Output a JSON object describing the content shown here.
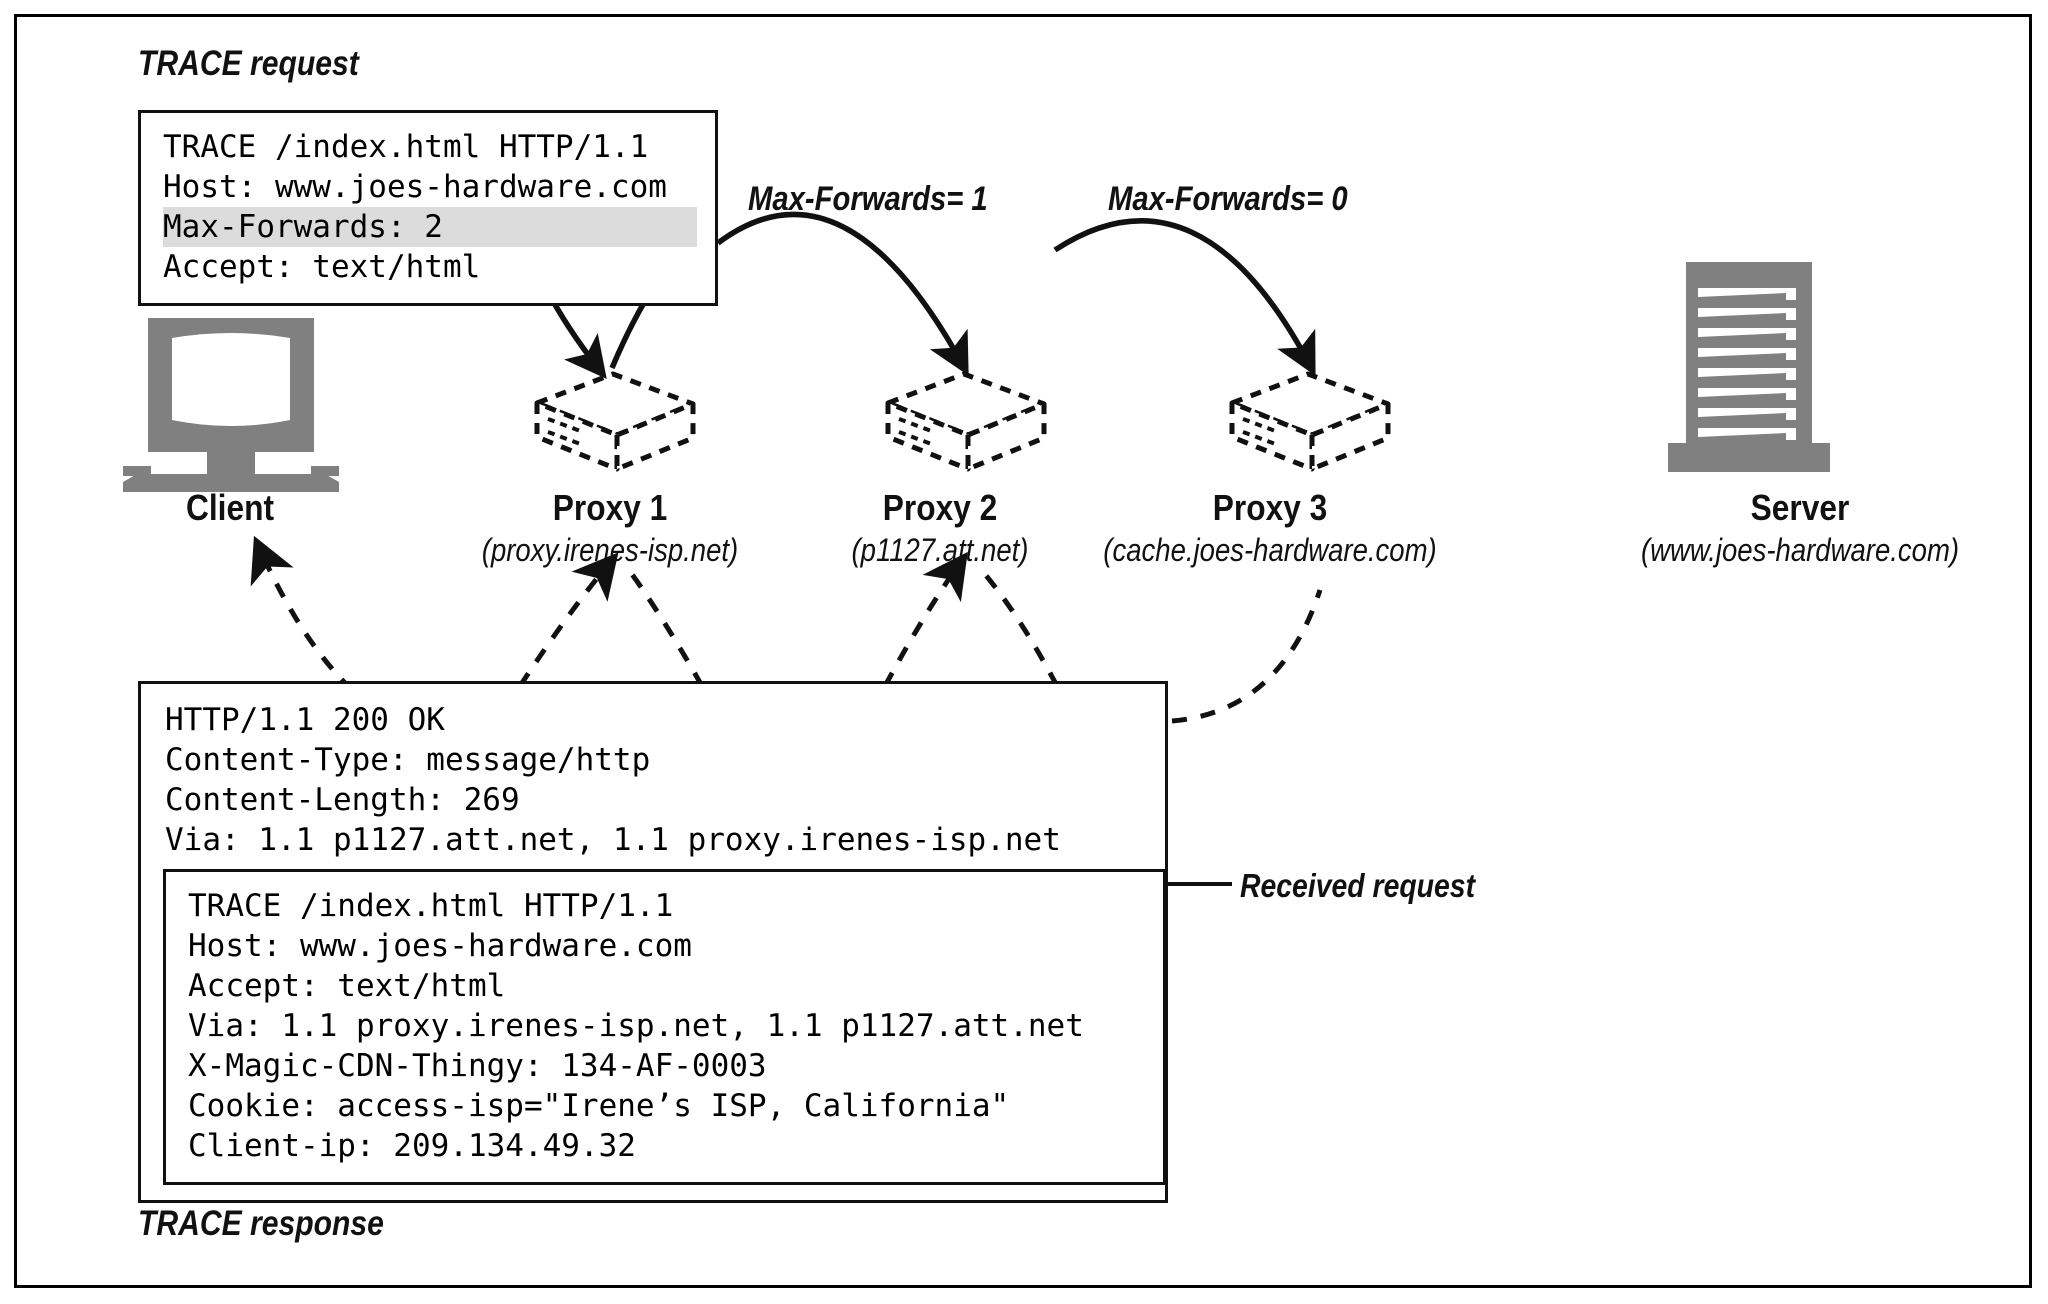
{
  "diagram": {
    "title": "TRACE request and response through proxy chain",
    "captions": {
      "trace_request": "TRACE request",
      "trace_response": "TRACE response",
      "received_request": "Received request"
    },
    "arc_labels": {
      "hop1": "Max-Forwards= 1",
      "hop2": "Max-Forwards= 0"
    },
    "nodes": [
      {
        "id": "client",
        "title": "Client",
        "subtitle": "",
        "icon": "desktop-computer-icon"
      },
      {
        "id": "proxy1",
        "title": "Proxy 1",
        "subtitle": "(proxy.irenes-isp.net)",
        "icon": "proxy-box-icon"
      },
      {
        "id": "proxy2",
        "title": "Proxy 2",
        "subtitle": "(p1127.att.net)",
        "icon": "proxy-box-icon"
      },
      {
        "id": "proxy3",
        "title": "Proxy 3",
        "subtitle": "(cache.joes-hardware.com)",
        "icon": "proxy-box-icon"
      },
      {
        "id": "server",
        "title": "Server",
        "subtitle": "(www.joes-hardware.com)",
        "icon": "server-tower-icon"
      }
    ],
    "request_message": {
      "lines": [
        {
          "text": "TRACE /index.html HTTP/1.1",
          "highlight": false
        },
        {
          "text": "Host: www.joes-hardware.com",
          "highlight": false
        },
        {
          "text": "Max-Forwards: 2",
          "highlight": true
        },
        {
          "text": "Accept: text/html",
          "highlight": false
        }
      ]
    },
    "response_message": {
      "lines": [
        {
          "text": "HTTP/1.1 200 OK",
          "highlight": false
        },
        {
          "text": "Content-Type: message/http",
          "highlight": false
        },
        {
          "text": "Content-Length: 269",
          "highlight": false
        },
        {
          "text": "Via: 1.1 p1127.att.net, 1.1 proxy.irenes-isp.net",
          "highlight": false
        }
      ]
    },
    "received_request_message": {
      "lines": [
        {
          "text": "TRACE /index.html HTTP/1.1",
          "highlight": false
        },
        {
          "text": "Host: www.joes-hardware.com",
          "highlight": false
        },
        {
          "text": "Accept: text/html",
          "highlight": false
        },
        {
          "text": "Via: 1.1 proxy.irenes-isp.net, 1.1 p1127.att.net",
          "highlight": false
        },
        {
          "text": "X-Magic-CDN-Thingy: 134-AF-0003",
          "highlight": false
        },
        {
          "text": "Cookie: access-isp=\"Irene’s ISP, California\"",
          "highlight": false
        },
        {
          "text": "Client-ip: 209.134.49.32",
          "highlight": false
        }
      ]
    },
    "colors": {
      "ink": "#111111",
      "device_gray": "#808080",
      "highlight": "#dcdcdc",
      "background": "#ffffff"
    }
  }
}
